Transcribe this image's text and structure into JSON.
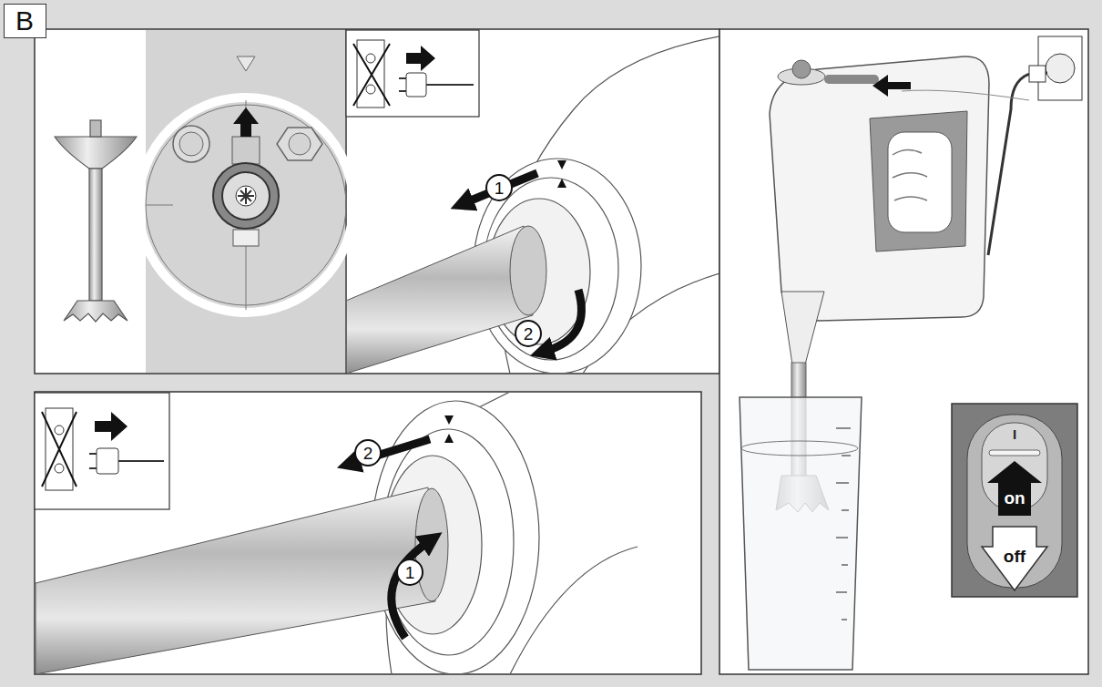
{
  "diagram": {
    "nodes": [
      {
        "text": [
          "B"
        ]
      },
      {
        "text": [
          "I",
          "on",
          "off"
        ]
      }
    ],
    "labels": [
      "1",
      "2",
      "2",
      "1"
    ]
  }
}
